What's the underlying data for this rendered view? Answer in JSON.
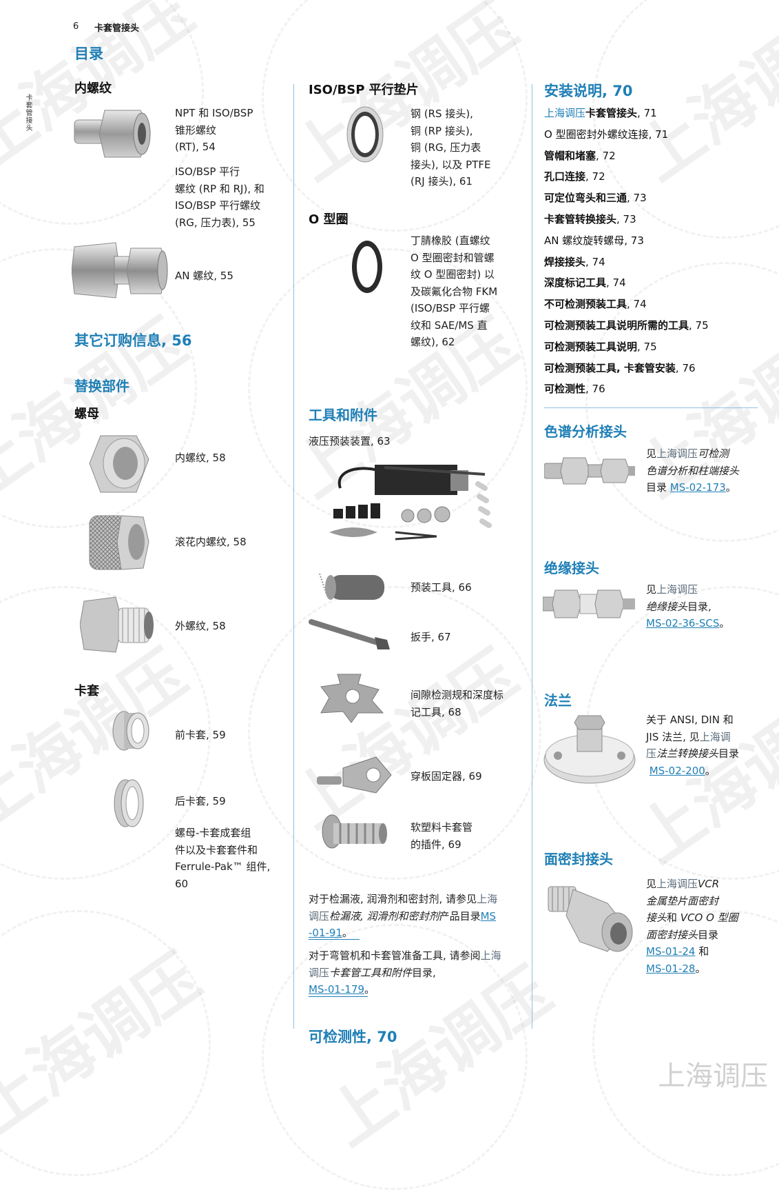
{
  "header": {
    "page_number": "6",
    "title": "卡套管接头"
  },
  "side_tab": "卡套管接头",
  "col1": {
    "toc_title": "目录",
    "female_thread": {
      "heading": "内螺纹",
      "item1": [
        "NPT 和 ISO/BSP",
        "锥形螺纹",
        "(RT), 54"
      ],
      "item2": [
        "ISO/BSP 平行",
        "螺纹 (RP 和 RJ), 和",
        "ISO/BSP 平行螺纹",
        "(RG, 压力表), 55"
      ],
      "item3": "AN 螺纹, 55"
    },
    "other_ordering": "其它订购信息, 56",
    "replacement_parts": "替换部件",
    "nuts": {
      "heading": "螺母",
      "female": "内螺纹, 58",
      "knurled": "滚花内螺纹, 58",
      "male": "外螺纹, 58"
    },
    "ferrules": {
      "heading": "卡套",
      "front": "前卡套, 59",
      "back": "后卡套, 59",
      "sets": [
        "螺母-卡套成套组",
        "件以及卡套套件和",
        "Ferrule-Pak™ 组件,",
        "60"
      ]
    }
  },
  "col2": {
    "gasket_heading": "ISO/BSP 平行垫片",
    "gasket_text": [
      "钢 (RS 接头),",
      "铜 (RP 接头),",
      "铜 (RG, 压力表",
      "接头), 以及 PTFE",
      "(RJ 接头), 61"
    ],
    "oring_heading": "O 型圈",
    "oring_text": [
      "丁腈橡胶 (直螺纹",
      "O 型圈密封和管螺",
      "纹 O 型圈密封) 以",
      "及碳氟化合物 FKM",
      "(ISO/BSP 平行螺",
      "纹和 SAE/MS 直",
      "螺纹), 62"
    ],
    "tools_heading": "工具和附件",
    "hydraulic": "液压预装装置, 63",
    "preswage": "预装工具, 66",
    "wrench": "扳手, 67",
    "gap_gauge": [
      "间隙检测规和深度标",
      "记工具, 68"
    ],
    "bulkhead": "穿板固定器, 69",
    "insert": [
      "软塑料卡套管",
      "的插件, 69"
    ],
    "note1": {
      "a": "对于检漏液, 润滑剂和密封剂, 请参见",
      "co1": "上海",
      "co2": "调压",
      "b": "检漏液, 润滑剂和密封剂",
      "c": "产品目录",
      "link1": "MS",
      "link2": "-01-91",
      "end": "。"
    },
    "note2": {
      "a": "对于弯管机和卡套管准备工具, 请参阅",
      "co1": "上海",
      "co2": "调压",
      "b": "卡套管工具和附件",
      "c": "目录,",
      "link": "MS-01-179",
      "end": "。"
    },
    "inspect_heading": "可检测性, 70"
  },
  "col3": {
    "install_heading": "安装说明, 70",
    "install_items": [
      {
        "pre": "上海调压",
        "b": "卡套管接头",
        "n": ", 71"
      },
      {
        "pre": "",
        "b": "O 型圈密封外螺纹连接",
        "n": ", 71",
        "normal": true
      },
      {
        "pre": "",
        "b": "管帽和堵塞",
        "n": ", 72"
      },
      {
        "pre": "",
        "b": "孔口连接",
        "n": ", 72"
      },
      {
        "pre": "",
        "b": "可定位弯头和三通",
        "n": ", 73"
      },
      {
        "pre": "",
        "b": "卡套管转换接头",
        "n": ", 73"
      },
      {
        "pre": "",
        "b": "AN 螺纹旋转螺母",
        "n": ", 73",
        "normal": true
      },
      {
        "pre": "",
        "b": "焊接接头",
        "n": ", 74"
      },
      {
        "pre": "",
        "b": "深度标记工具",
        "n": ", 74"
      },
      {
        "pre": "",
        "b": "不可检测预装工具",
        "n": ", 74"
      },
      {
        "pre": "",
        "b": "可检测预装工具说明所需的工具",
        "n": ", 75"
      },
      {
        "pre": "",
        "b": "可检测预装工具说明",
        "n": ", 75"
      },
      {
        "pre": "",
        "b": "可检测预装工具, 卡套管安装",
        "n": ", 76"
      },
      {
        "pre": "",
        "b": "可检测性",
        "n": ", 76"
      }
    ],
    "chrom": {
      "heading": "色谱分析接头",
      "l1a": "见",
      "l1co": "上海调压",
      "l1i": "可检测",
      "l2": "色谱分析和柱端接头",
      "l3a": "目录 ",
      "l3link": "MS-02-173",
      "l3end": "。"
    },
    "insul": {
      "heading": "绝缘接头",
      "l1a": "见",
      "l1co": "上海调压",
      "l2i": "绝缘接头",
      "l2n": "目录,",
      "l3link": "MS-02-36-SCS",
      "l3end": "。"
    },
    "flange": {
      "heading": "法兰",
      "l1": "关于 ANSI, DIN 和",
      "l2a": "JIS 法兰, 见",
      "l2co": "上海调",
      "l3co": "压",
      "l3i": "法兰转换接头",
      "l3n": "目录",
      "l4link": "MS-02-200",
      "l4end": "。"
    },
    "face": {
      "heading": "面密封接头",
      "l1a": "见",
      "l1co": "上海调压",
      "l1i": "VCR",
      "l2i": "金属垫片面密封",
      "l3i": "接头",
      "l3n": "和 ",
      "l3i2": "VCO O 型圈",
      "l4i": "面密封接头",
      "l4n": "目录",
      "l5link": "MS-01-24",
      "l5n": " 和",
      "l6link": "MS-01-28",
      "l6end": "。"
    }
  },
  "watermark": "上海调压"
}
